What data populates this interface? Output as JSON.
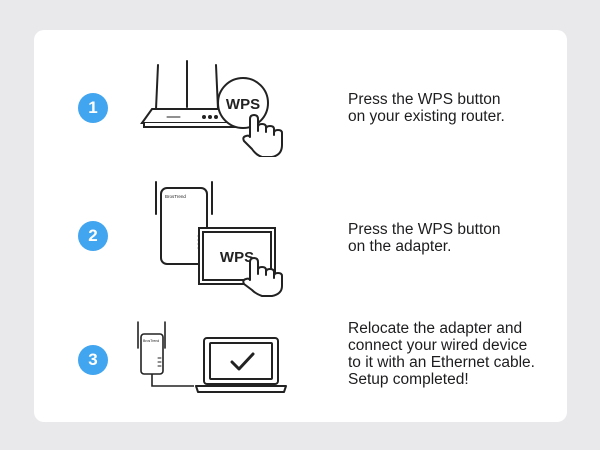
{
  "steps": [
    {
      "number": "1",
      "instruction_lines": [
        "Press the WPS button",
        "on your existing router."
      ],
      "wps_label": "WPS"
    },
    {
      "number": "2",
      "instruction_lines": [
        "Press the WPS button",
        "on the adapter."
      ],
      "wps_label": "WPS",
      "device_brand": "BrosTrend"
    },
    {
      "number": "3",
      "instruction_lines": [
        "Relocate the adapter and",
        "connect your wired device",
        "to it with an Ethernet cable.",
        "Setup completed!"
      ],
      "device_brand": "BrosTrend"
    }
  ],
  "colors": {
    "background": "#e9e9ec",
    "card": "#ffffff",
    "badge": "#42a5ef",
    "text": "#1d1d1f",
    "illustration_stroke": "#222222"
  },
  "icons": [
    "router-icon",
    "hand-pointer-icon",
    "range-extender-icon",
    "laptop-icon",
    "checkmark-icon"
  ]
}
